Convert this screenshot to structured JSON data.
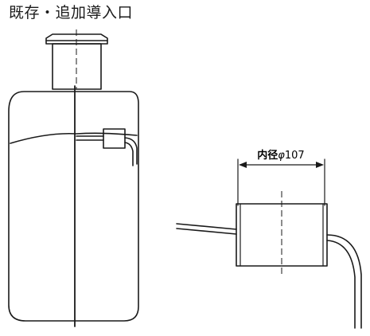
{
  "caption": "既存・追加導入口",
  "dimension": {
    "prefix": "内径",
    "symbol": "φ",
    "value": "107"
  },
  "colors": {
    "line": "#1a1a1a"
  }
}
